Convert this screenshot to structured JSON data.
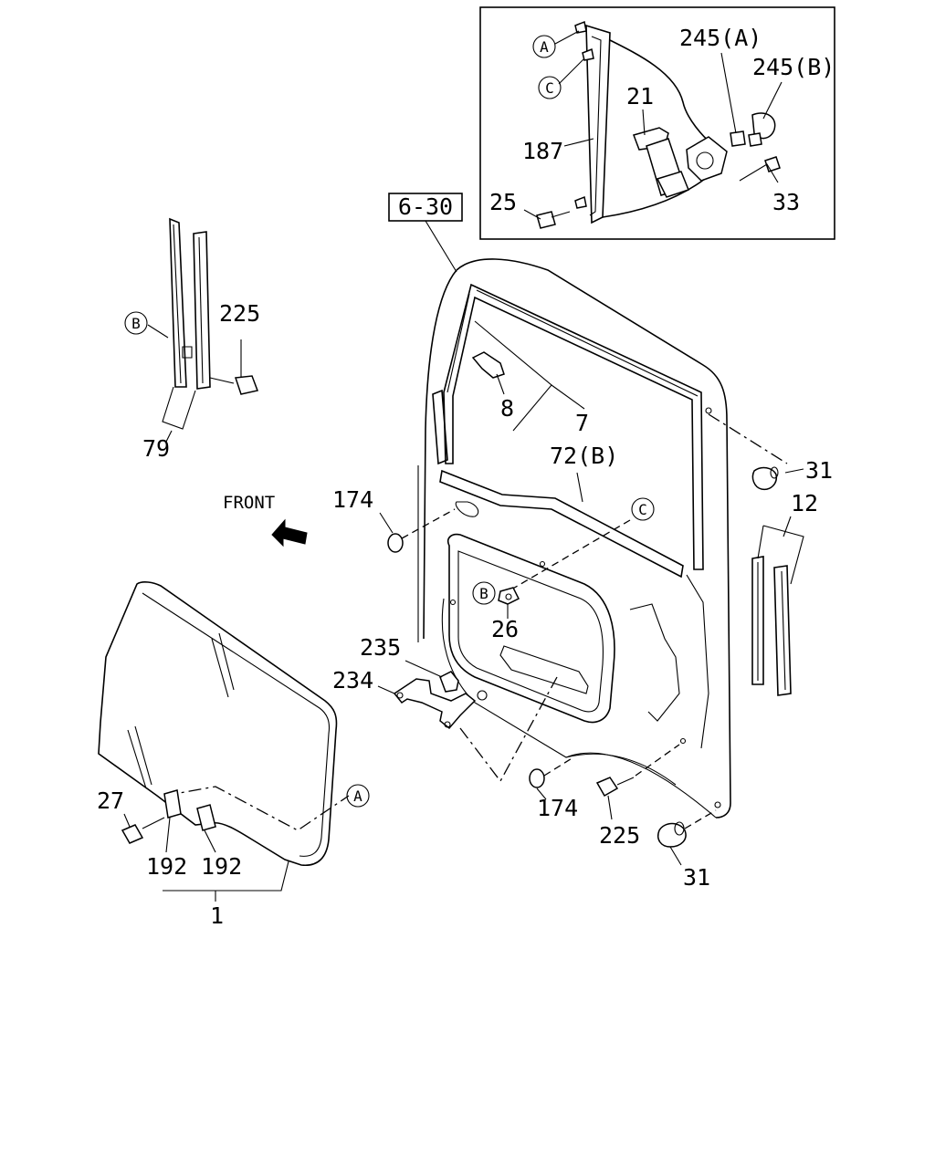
{
  "labels": {
    "ref_box": "6-30",
    "front": "FRONT",
    "p245a": "245(A)",
    "p245b": "245(B)",
    "p21": "21",
    "p187": "187",
    "p25": "25",
    "p33": "33",
    "p225_top": "225",
    "p79": "79",
    "p8": "8",
    "p7": "7",
    "p72b": "72(B)",
    "p31_top": "31",
    "p12": "12",
    "p174_top": "174",
    "p26": "26",
    "p235": "235",
    "p234": "234",
    "p174_bot": "174",
    "p225_bot": "225",
    "p31_bot": "31",
    "p27": "27",
    "p192_a": "192",
    "p192_b": "192",
    "p1": "1"
  },
  "callouts": {
    "a": "A",
    "b": "B",
    "c": "C"
  },
  "colors": {
    "line": "#000000",
    "background": "#ffffff"
  }
}
